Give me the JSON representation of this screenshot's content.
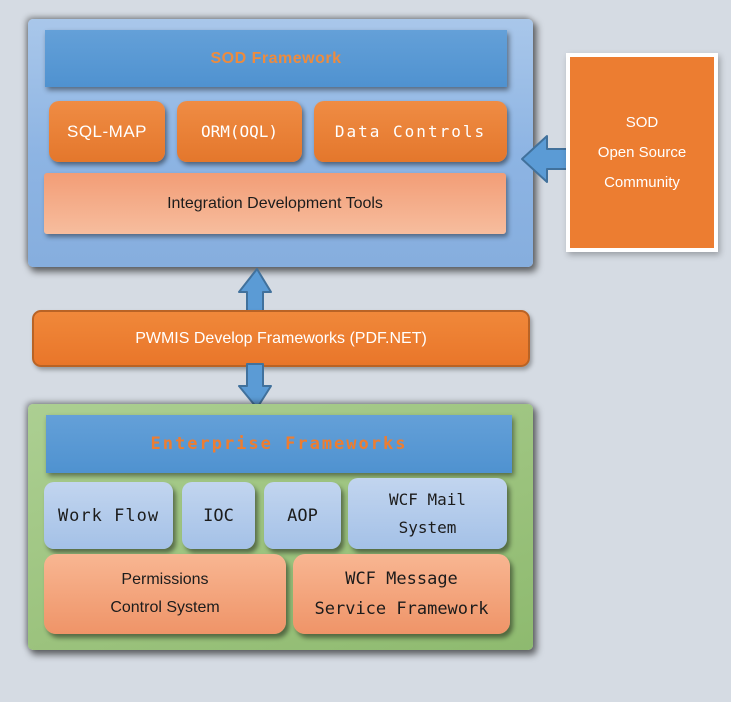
{
  "canvas": {
    "background": "#d5dbe3"
  },
  "palette": {
    "panel_blue": "#8db4e3",
    "panel_green": "#9cc37e",
    "header_blue": "#5b9bd5",
    "accent_orange": "#ed7d31",
    "salmon": "#f4a782",
    "module_light_blue": "#aec6e8",
    "arrow_blue": "#5b9bd5",
    "arrow_stroke": "#41719c",
    "text_dark": "#1c1c1c",
    "text_white": "#ffffff",
    "header_text_orange": "#ed8b3e"
  },
  "sod_framework": {
    "header": "SOD Framework",
    "modules": [
      "SQL-MAP",
      "ORM(OQL)",
      "Data Controls"
    ],
    "tools_bar": "Integration Development Tools"
  },
  "community_box": {
    "lines": [
      "SOD",
      "Open Source",
      "Community"
    ]
  },
  "middleware_bar": {
    "label": "PWMIS Develop Frameworks (PDF.NET)"
  },
  "enterprise_frameworks": {
    "header": "Enterprise Frameworks",
    "modules": [
      {
        "lines": [
          "Work Flow"
        ]
      },
      {
        "lines": [
          "IOC"
        ]
      },
      {
        "lines": [
          "AOP"
        ]
      },
      {
        "lines": [
          "WCF Mail",
          "System"
        ]
      }
    ],
    "services": [
      {
        "lines": [
          "Permissions",
          "Control System"
        ]
      },
      {
        "lines": [
          "WCF Message",
          "Service Framework"
        ]
      }
    ]
  }
}
